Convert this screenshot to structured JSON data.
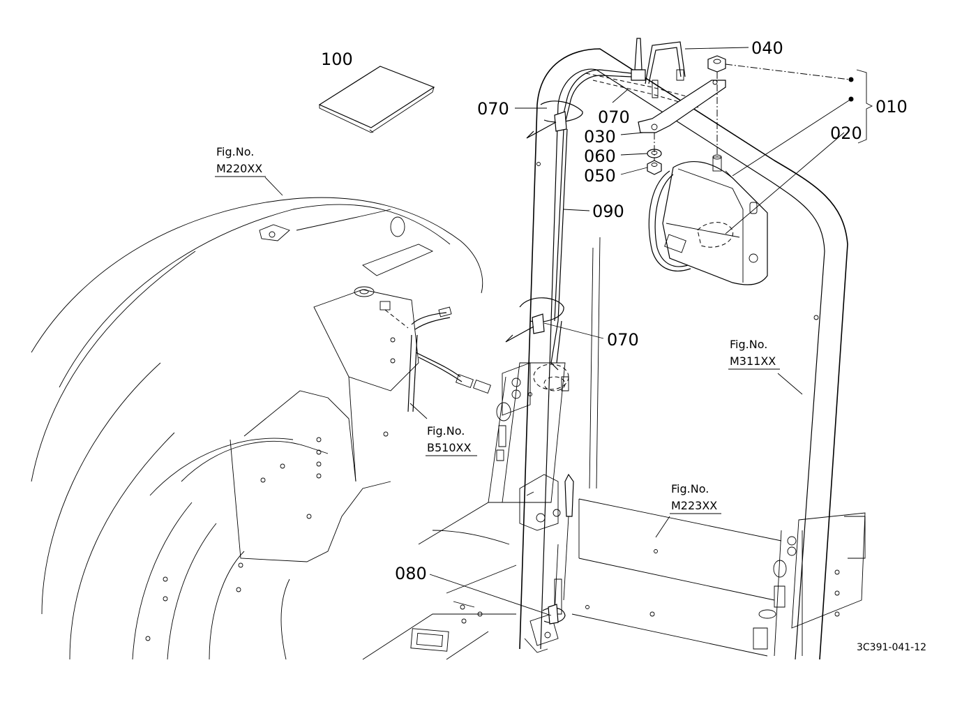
{
  "diagram": {
    "part_labels": {
      "p100": "100",
      "p040": "040",
      "p010": "010",
      "p020": "020",
      "p070a": "070",
      "p070b": "070",
      "p070c": "070",
      "p030": "030",
      "p060": "060",
      "p050": "050",
      "p090": "090",
      "p080": "080"
    },
    "figure_refs": [
      {
        "title": "Fig.No.",
        "code": "M220XX"
      },
      {
        "title": "Fig.No.",
        "code": "B510XX"
      },
      {
        "title": "Fig.No.",
        "code": "M311XX"
      },
      {
        "title": "Fig.No.",
        "code": "M223XX"
      }
    ],
    "drawing_code": "3C391-041-12"
  }
}
